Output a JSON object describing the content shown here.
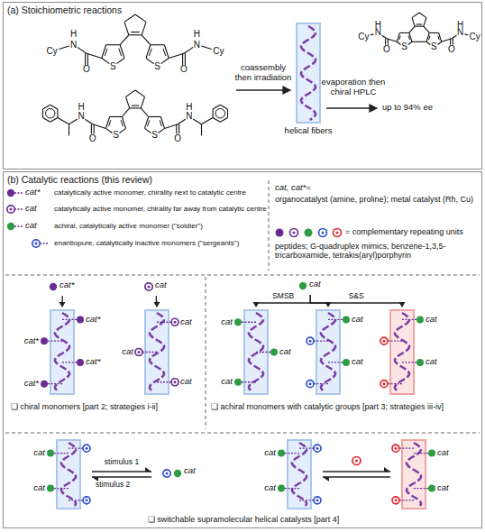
{
  "diagram": {
    "nodes": [
      {
        "text": [
          "(a) Stoichiometric reactions"
        ]
      },
      {
        "text": [
          "helical fibers"
        ],
        "in": 0
      },
      {
        "text": [
          "(b) Catalytic reactions (this review)"
        ]
      },
      {
        "text": [
          "cat*"
        ],
        "in": 2
      },
      {
        "text": [
          "cat*",
          "cat*",
          "cat*",
          "cat*"
        ],
        "in": 2
      },
      {
        "text": [
          "cat"
        ],
        "in": 2
      },
      {
        "text": [
          "cat",
          "cat",
          "cat"
        ],
        "in": 2
      },
      {
        "text": [
          "cat"
        ],
        "in": 2
      },
      {
        "text": [
          "cat",
          "cat",
          "cat"
        ],
        "in": 2
      },
      {
        "text": [
          "cat",
          "cat"
        ],
        "in": 2
      },
      {
        "text": [
          "cat",
          "cat"
        ],
        "in": 2
      },
      {
        "text": [
          "cat",
          "cat"
        ],
        "in": 2
      },
      {
        "text": [
          "cat"
        ],
        "in": 2
      },
      {
        "text": [
          "cat",
          "cat"
        ],
        "in": 2
      },
      {
        "text": [
          "cat",
          "cat"
        ],
        "in": 2
      }
    ],
    "edges": [
      {
        "from": 3,
        "to": 4,
        "arrow": "to"
      },
      {
        "from": 5,
        "to": 6,
        "arrow": "to"
      },
      {
        "from": 7,
        "to": 8,
        "label": "SMSB",
        "arrow": "to"
      },
      {
        "from": 7,
        "to": 9,
        "arrow": "to"
      },
      {
        "from": 7,
        "to": 10,
        "label": "S&S",
        "arrow": "to"
      },
      {
        "from": 11,
        "to": 12,
        "label": "stimulus 1",
        "arrow": "both"
      },
      {
        "from": 13,
        "to": 14,
        "arrow": "both"
      }
    ],
    "labels": [
      "H",
      "N",
      "Cy",
      "O",
      "S",
      "S",
      "H",
      "N",
      "Cy",
      "O",
      "H",
      "N",
      "O",
      "S",
      "S",
      "H",
      "N",
      "O",
      "H",
      "N",
      "Cy",
      "O",
      "S",
      "S",
      "H",
      "N",
      "Cy",
      "O",
      "coassembly then irradiation",
      "evaporation then chiral HPLC",
      "up to 94% ee",
      "cat*",
      "cat",
      "cat",
      "cat, cat*=",
      "organocatalyst (amine, proline); metal catalyst (Rh, Cu)",
      "= complementary repeating units",
      "peptides; G-quadruplex mimics, benzene-1,3,5-tricarboxamide, tetrakis(aryl)porphyrin",
      "❑ chiral monomers [part 2; strategies i-ii]",
      "❑ achiral monomers with catalytic groups [part 3; strategies iii-iv]",
      "❑ switchable supramolecular helical catalysts [part 4]",
      "stimulus 2"
    ],
    "legend": [
      {
        "text": "catalytically active monomer, chirality next to catalytic centre"
      },
      {
        "text": "catalytically active monomer, chirality far away from catalytic centre"
      },
      {
        "text": "achiral, catalytically active monomer (\"soldier\")"
      },
      {
        "text": "enantiopure, catalytically inactive monomers (\"sergeants\")"
      }
    ]
  }
}
